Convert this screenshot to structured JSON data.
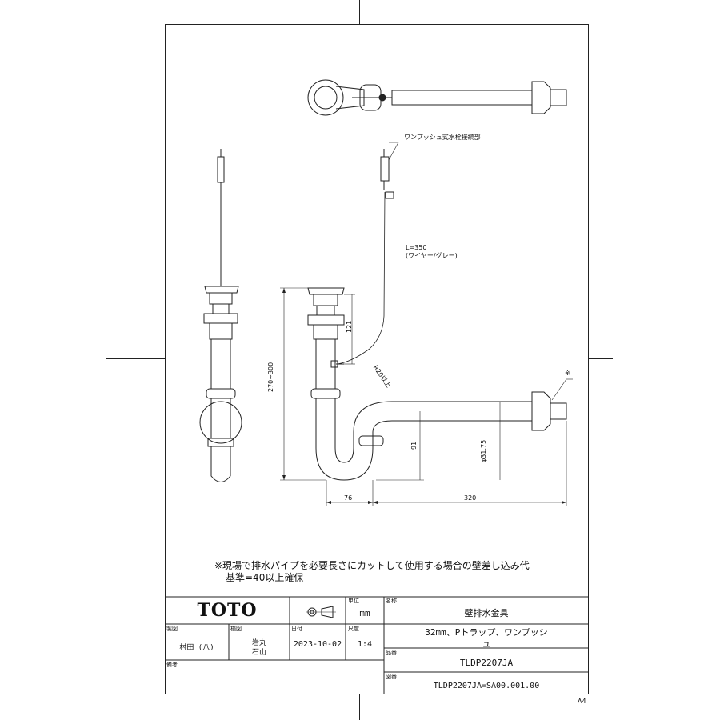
{
  "labels": {
    "wire_connection": "ワンプッシュ式水栓接続部",
    "wire_length": "L=350",
    "wire_type": "(ワイヤー/グレー)",
    "bend_radius": "R20以上",
    "dim_total_height": "270~300",
    "dim_upper": "121",
    "dim_trap": "91",
    "dim_pipe_dia": "φ31.75",
    "dim_offset": "76",
    "dim_length": "320",
    "note_mark": "※"
  },
  "note": {
    "line1": "※現場で排水パイプを必要長さにカットして使用する場合の壁差し込み代",
    "line2": "基準=40以上確保"
  },
  "title_block": {
    "brand": "TOTO",
    "unit_label": "単位",
    "unit_value": "mm",
    "name_label": "名称",
    "name_value": "壁排水金具",
    "drafter_label": "製図",
    "drafter_value": "村田 (八)",
    "checker_label": "検図",
    "checker_value1": "岩丸",
    "checker_value2": "石山",
    "date_label": "日付",
    "date_value": "2023-10-02",
    "scale_label": "尺度",
    "scale_value": "1:4",
    "desc_line1": "32mm、Pトラップ、ワンプッシ",
    "desc_line2": "ュ",
    "part_label": "品番",
    "part_value": "TLDP2207JA",
    "remarks_label": "備考",
    "drawing_label": "図番",
    "drawing_value": "TLDP2207JA=SA00.001.00"
  },
  "sheet_size": "A4"
}
